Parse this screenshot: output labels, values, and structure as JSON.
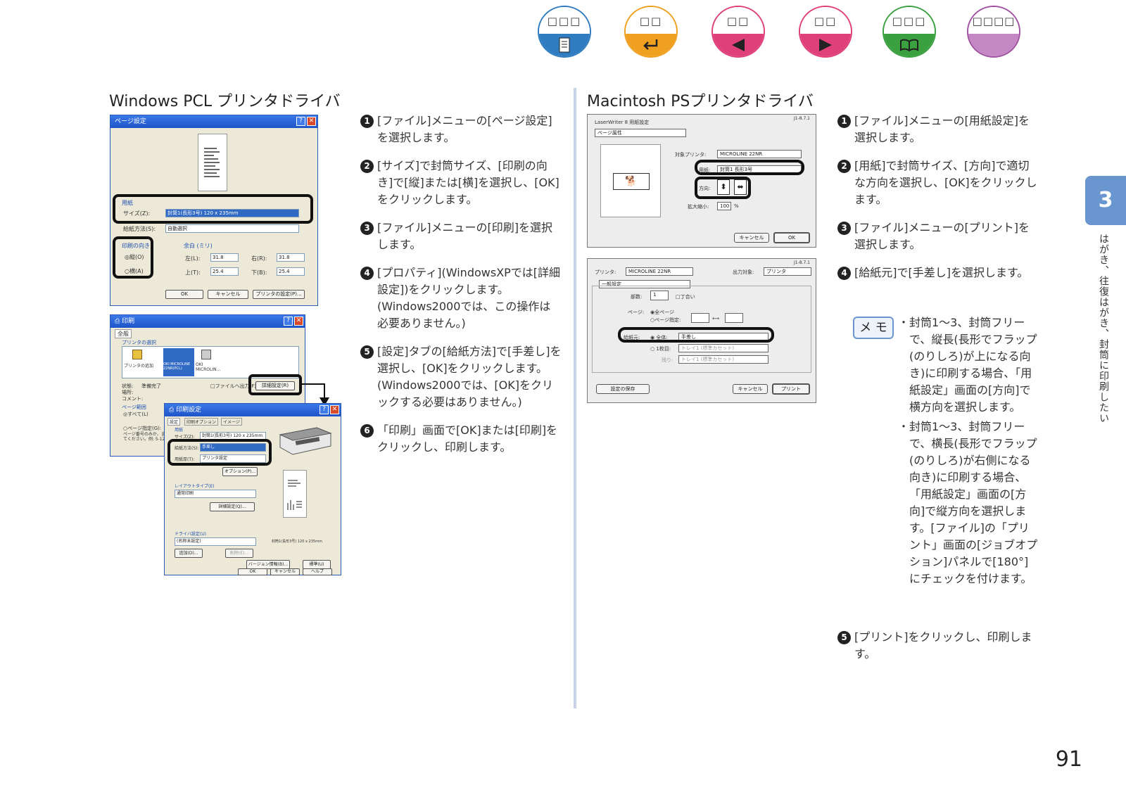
{
  "nav": [
    {
      "label": "□□□",
      "icon": "list-icon",
      "color": "#2f7cc0"
    },
    {
      "label": "□□",
      "icon": "return-icon",
      "color": "#f0a020"
    },
    {
      "label": "□□",
      "icon": "previous-icon",
      "color": "#e0407a"
    },
    {
      "label": "□□",
      "icon": "next-icon",
      "color": "#e0407a"
    },
    {
      "label": "□□□",
      "icon": "book-icon",
      "color": "#3aa040"
    },
    {
      "label": "□□□□",
      "icon": "blank-icon",
      "color": "#a050a0"
    }
  ],
  "left": {
    "title": "Windows PCL プリンタドライバ",
    "steps": [
      {
        "num": "1",
        "text": "[ファイル]メニューの[ページ設定]を選択します。"
      },
      {
        "num": "2",
        "text": "[サイズ]で封筒サイズ、[印刷の向き]で[縦]または[横]を選択し、[OK]をクリックします。"
      },
      {
        "num": "3",
        "text": "[ファイル]メニューの[印刷]を選択します。"
      },
      {
        "num": "4",
        "text": "[プロパティ](WindowsXPでは[詳細設定])をクリックします。",
        "sub": "(Windows2000では、この操作は必要ありません。)"
      },
      {
        "num": "5",
        "text": "[設定]タブの[給紙方法]で[手差し]を選択し、[OK]をクリックします。",
        "sub": "(Windows2000では、[OK]をクリックする必要はありません。)"
      },
      {
        "num": "6",
        "text": "「印刷」画面で[OK]または[印刷]をクリックし、印刷します。"
      }
    ],
    "dialog1": {
      "title": "ページ設定",
      "paper_group": "用紙",
      "size_label": "サイズ(Z):",
      "size_value": "封筒1(長形3号) 120 x 235mm",
      "source_label": "給紙方法(S):",
      "source_value": "自動選択",
      "orientation_group": "印刷の向き",
      "portrait": "◎縦(O)",
      "landscape": "○横(A)",
      "margin_group": "余白 (ミリ)",
      "left_label": "左(L):",
      "left_value": "31.8",
      "right_label": "右(R):",
      "right_value": "31.8",
      "top_label": "上(T):",
      "top_value": "25.4",
      "bottom_label": "下(B):",
      "bottom_value": "25.4",
      "ok": "OK",
      "cancel": "キャンセル",
      "printer": "プリンタの設定(P)..."
    },
    "dialog2": {
      "title": "印刷",
      "tab": "全般",
      "group": "プリンタの選択",
      "printer1": "プリンタの追加",
      "printer2": "OKI MICROLINE 22NR(PCL)",
      "printer3": "OKI MICROLIN...",
      "status_label": "状態:",
      "status_value": "準備完了",
      "location_label": "場所:",
      "comment_label": "コメント:",
      "file_output": "□ファイルへ出力(F)",
      "details": "詳細設定(R)",
      "range_group": "ページ範囲",
      "all": "◎すべて(L)",
      "pages": "○ページ指定(G):",
      "hint": "ページ番号のみか、また\nてください。例: 5-12"
    },
    "dialog3": {
      "title": "印刷設定",
      "tabs": [
        "設定",
        "印刷オプション",
        "イメージ"
      ],
      "paper_group": "用紙",
      "size_label": "サイズ(Z):",
      "size_value": "封筒1(長形3号) 120 x 235mm",
      "source_label": "給紙方法(S):",
      "source_value": "手差し",
      "type_label": "用紙厚(T):",
      "type_value": "プリンタ設定",
      "options": "オプション(P)...",
      "layout_group": "レイアウトタイプ(E)",
      "layout_value": "通常印刷",
      "layout_detail": "詳細設定(Q)...",
      "driver_group": "ドライバ設定(U)",
      "driver_value": "(名称未設定)",
      "add": "追加(D)...",
      "delete": "削除(E)...",
      "preview_caption": "封筒1(長形3号) 120 x 235mm",
      "version": "バージョン情報(B)...",
      "default": "標準(U)",
      "ok": "OK",
      "cancel": "キャンセル",
      "help": "ヘルプ"
    }
  },
  "right": {
    "title": "Macintosh PSプリンタドライバ",
    "steps": [
      {
        "num": "1",
        "text": "[ファイル]メニューの[用紙設定]を選択します。"
      },
      {
        "num": "2",
        "text": "[用紙]で封筒サイズ、[方向]で適切な方向を選択し、[OK]をクリックします。"
      },
      {
        "num": "3",
        "text": "[ファイル]メニューの[プリント]を選択します。"
      },
      {
        "num": "4",
        "text": "[給紙元]で[手差し]を選択します。"
      }
    ],
    "memo_label": "メ モ",
    "memo_notes": [
      "封筒1～3、封筒フリーで、縦長(長形でフラップ(のりしろ)が上になる向き)に印刷する場合、「用紙設定」画面の[方向]で横方向を選択します。",
      "封筒1～3、封筒フリーで、横長(長形でフラップ(のりしろ)が右側になる向き)に印刷する場合、「用紙設定」画面の[方向]で縦方向を選択します。[ファイル]の「プリント」画面の[ジョブオプション]パネルで[180°]にチェックを付けます。"
    ],
    "step5": {
      "num": "5",
      "text": "[プリント]をクリックし、印刷します。"
    },
    "mac1": {
      "title": "LaserWriter 8 用紙設定",
      "version": "J1-8.7.1",
      "attr": "ページ属性",
      "printer_label": "対象プリンタ:",
      "printer_value": "MICROLINE 22NR",
      "paper_label": "用紙:",
      "paper_value": "封筒1 長形3号",
      "orient_label": "方向:",
      "scale_label": "拡大縮小:",
      "scale_value": "100",
      "scale_unit": "%",
      "cancel": "キャンセル",
      "ok": "OK"
    },
    "mac2": {
      "version": "J1-8.7.1",
      "printer_label": "プリンタ:",
      "printer_value": "MICROLINE 22NR",
      "dest_label": "出力対象:",
      "dest_value": "プリンタ",
      "general": "一般設定",
      "copies_label": "部数:",
      "copies_value": "1",
      "collate": "□丁合い",
      "pages_label": "ページ:",
      "pages_all": "◉全ページ",
      "pages_range": "○ページ指定:",
      "source_label": "給紙元:",
      "source_all": "◉ 全体:",
      "source_value": "手差し",
      "first_label": "○ 1枚目:",
      "first_value": "トレイ1 (標準カセット)",
      "rest_label": "残り:",
      "rest_value": "トレイ1 (標準カセット)",
      "save": "設定の保存",
      "cancel": "キャンセル",
      "print": "プリント"
    }
  },
  "side_tab": "3",
  "side_text": "はがき、往復はがき、封筒に印刷したい",
  "page_number": "91"
}
